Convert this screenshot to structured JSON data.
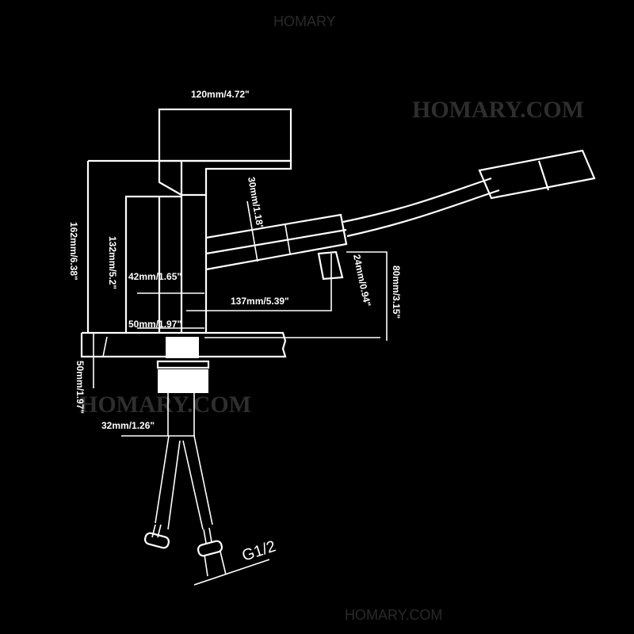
{
  "watermarks": {
    "top": "HOMARY",
    "right": "HOMARY.COM",
    "middle": "HOMARY.COM",
    "bottom": "HOMARY.COM"
  },
  "dimensions": {
    "handle_width": "120mm/4.72\"",
    "total_height": "162mm/6.38\"",
    "body_height": "132mm/5.2\"",
    "body_width": "42mm/1.65\"",
    "base_width": "50mm/1.97\"",
    "spout_thickness": "30mm/1.18\"",
    "spout_reach": "137mm/5.39\"",
    "aerator": "24mm/0.94\"",
    "spout_height": "80mm/3.15\"",
    "shank_length": "50mm/1.97\"",
    "shank_diameter": "32mm/1.26\"",
    "thread": "G1/2"
  }
}
